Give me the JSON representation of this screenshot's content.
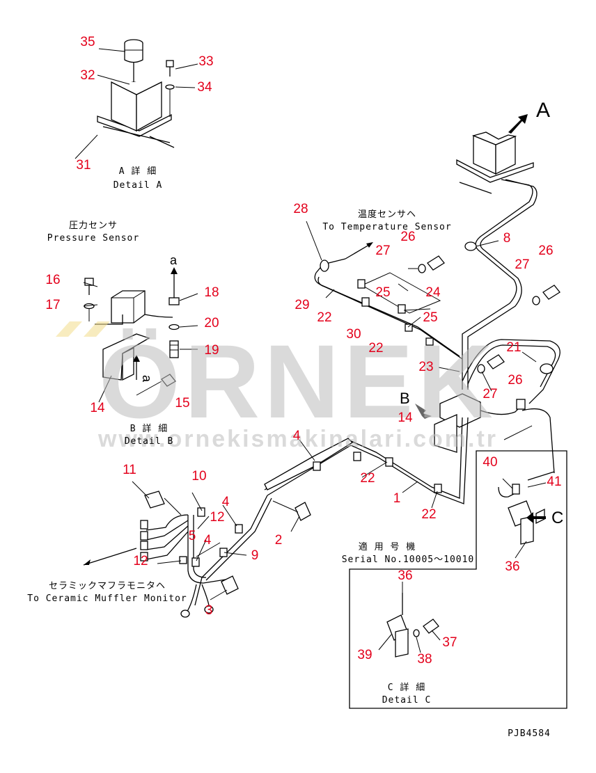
{
  "callouts": [
    {
      "n": "35"
    },
    {
      "n": "33"
    },
    {
      "n": "32"
    },
    {
      "n": "34"
    },
    {
      "n": "31"
    },
    {
      "n": "28"
    },
    {
      "n": "26"
    },
    {
      "n": "27"
    },
    {
      "n": "8"
    },
    {
      "n": "26"
    },
    {
      "n": "27"
    },
    {
      "n": "16"
    },
    {
      "n": "18"
    },
    {
      "n": "17"
    },
    {
      "n": "20"
    },
    {
      "n": "19"
    },
    {
      "n": "14"
    },
    {
      "n": "15"
    },
    {
      "n": "25"
    },
    {
      "n": "24"
    },
    {
      "n": "29"
    },
    {
      "n": "22"
    },
    {
      "n": "25"
    },
    {
      "n": "30"
    },
    {
      "n": "22"
    },
    {
      "n": "21"
    },
    {
      "n": "23"
    },
    {
      "n": "26"
    },
    {
      "n": "27"
    },
    {
      "n": "14"
    },
    {
      "n": "4"
    },
    {
      "n": "22"
    },
    {
      "n": "1"
    },
    {
      "n": "22"
    },
    {
      "n": "11"
    },
    {
      "n": "10"
    },
    {
      "n": "4"
    },
    {
      "n": "12"
    },
    {
      "n": "5"
    },
    {
      "n": "4"
    },
    {
      "n": "12"
    },
    {
      "n": "9"
    },
    {
      "n": "2"
    },
    {
      "n": "3"
    },
    {
      "n": "40"
    },
    {
      "n": "41"
    },
    {
      "n": "36"
    },
    {
      "n": "36"
    },
    {
      "n": "37"
    },
    {
      "n": "39"
    },
    {
      "n": "38"
    }
  ],
  "labels": {
    "detail_a_jp": "A 詳 細",
    "detail_a_en": "Detail A",
    "detail_b_jp": "B 詳 細",
    "detail_b_en": "Detail B",
    "detail_c_jp": "C 詳 細",
    "detail_c_en": "Detail C",
    "pressure_jp": "圧力センサ",
    "pressure_en": "Pressure Sensor",
    "temp_jp": "温度センサヘ",
    "temp_en": "To Temperature Sensor",
    "muffler_jp": "セラミックマフラモニタヘ",
    "muffler_en": "To Ceramic Muffler Monitor",
    "serial_jp": "適 用 号 機",
    "serial_en": "Serial No.10005～10010",
    "view_a": "A",
    "view_b": "B",
    "view_c": "C",
    "arrow_a_small": "a",
    "arrow_a_small_b": "a",
    "drawing_no": "PJB4584"
  },
  "watermark": {
    "brand": "ÖRNEK",
    "url": "www.ornekismakinalari.com.tr",
    "color": "#c8c8c8",
    "accent": "#f2dc8a"
  }
}
